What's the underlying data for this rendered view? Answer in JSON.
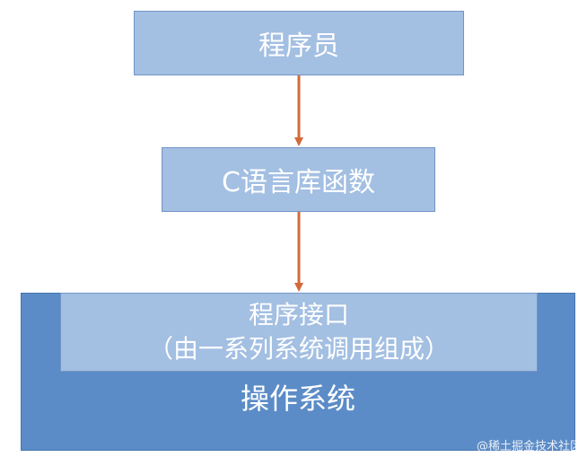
{
  "nodes": {
    "programmer": "程序员",
    "c_library": "C语言库函数",
    "api_title": "程序接口",
    "api_subtitle": "（由一系列系统调用组成）",
    "os": "操作系统"
  },
  "edges": [
    {
      "from": "programmer",
      "to": "c_library"
    },
    {
      "from": "c_library",
      "to": "api_title"
    }
  ],
  "colors": {
    "light_box": "#a3bfe2",
    "dark_box": "#5c8cc7",
    "arrow": "#d2693a"
  },
  "watermark": "@稀土掘金技术社区"
}
